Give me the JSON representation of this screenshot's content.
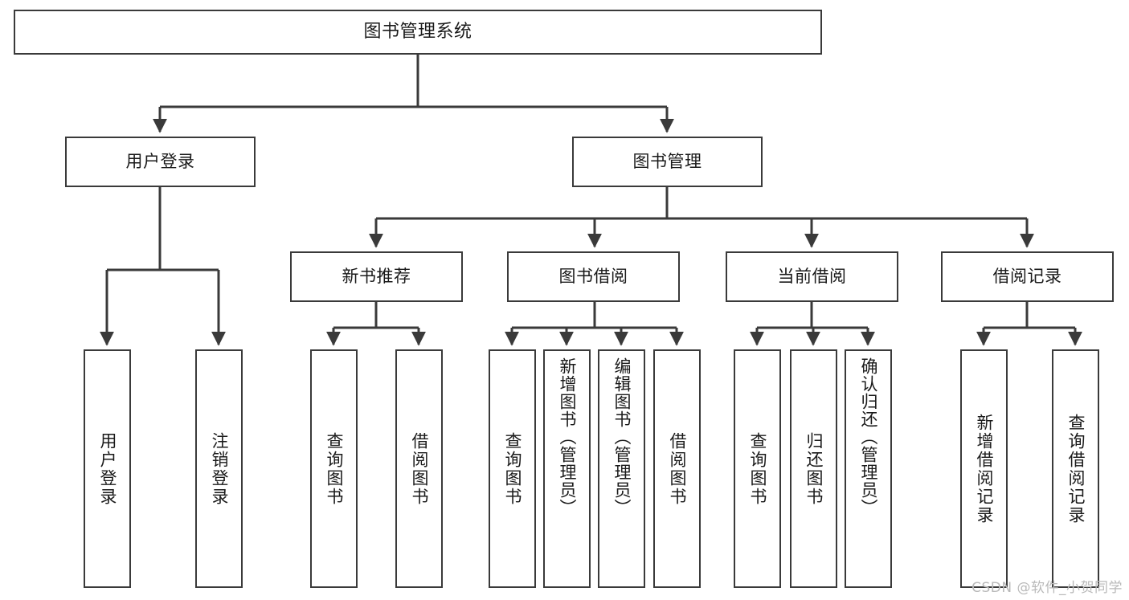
{
  "diagram": {
    "title": "图书管理系统",
    "type": "tree",
    "colors": {
      "box_border": "#3a3a3a",
      "box_fill": "#ffffff",
      "connector": "#3a3a3a",
      "text": "#1a1a1a",
      "watermark": "#b9b9b9",
      "background": "#ffffff"
    },
    "watermark": "CSDN @软件_小贺同学",
    "nodes": {
      "root": {
        "label": "图书管理系统"
      },
      "level2": [
        {
          "label": "用户登录"
        },
        {
          "label": "图书管理"
        }
      ],
      "level3": [
        {
          "label": "新书推荐"
        },
        {
          "label": "图书借阅"
        },
        {
          "label": "当前借阅"
        },
        {
          "label": "借阅记录"
        }
      ],
      "leaves": {
        "user_login": [
          {
            "label": "用户登录"
          },
          {
            "label": "注销登录"
          }
        ],
        "new_book_recommend": [
          {
            "label": "查询图书"
          },
          {
            "label": "借阅图书"
          }
        ],
        "book_borrow": [
          {
            "label": "查询图书"
          },
          {
            "label": "新增图书（管理员）"
          },
          {
            "label": "编辑图书（管理员）"
          },
          {
            "label": "借阅图书"
          }
        ],
        "current_borrow": [
          {
            "label": "查询图书"
          },
          {
            "label": "归还图书"
          },
          {
            "label": "确认归还（管理员）"
          }
        ],
        "borrow_records": [
          {
            "label": "新增借阅记录"
          },
          {
            "label": "查询借阅记录"
          }
        ]
      }
    }
  }
}
